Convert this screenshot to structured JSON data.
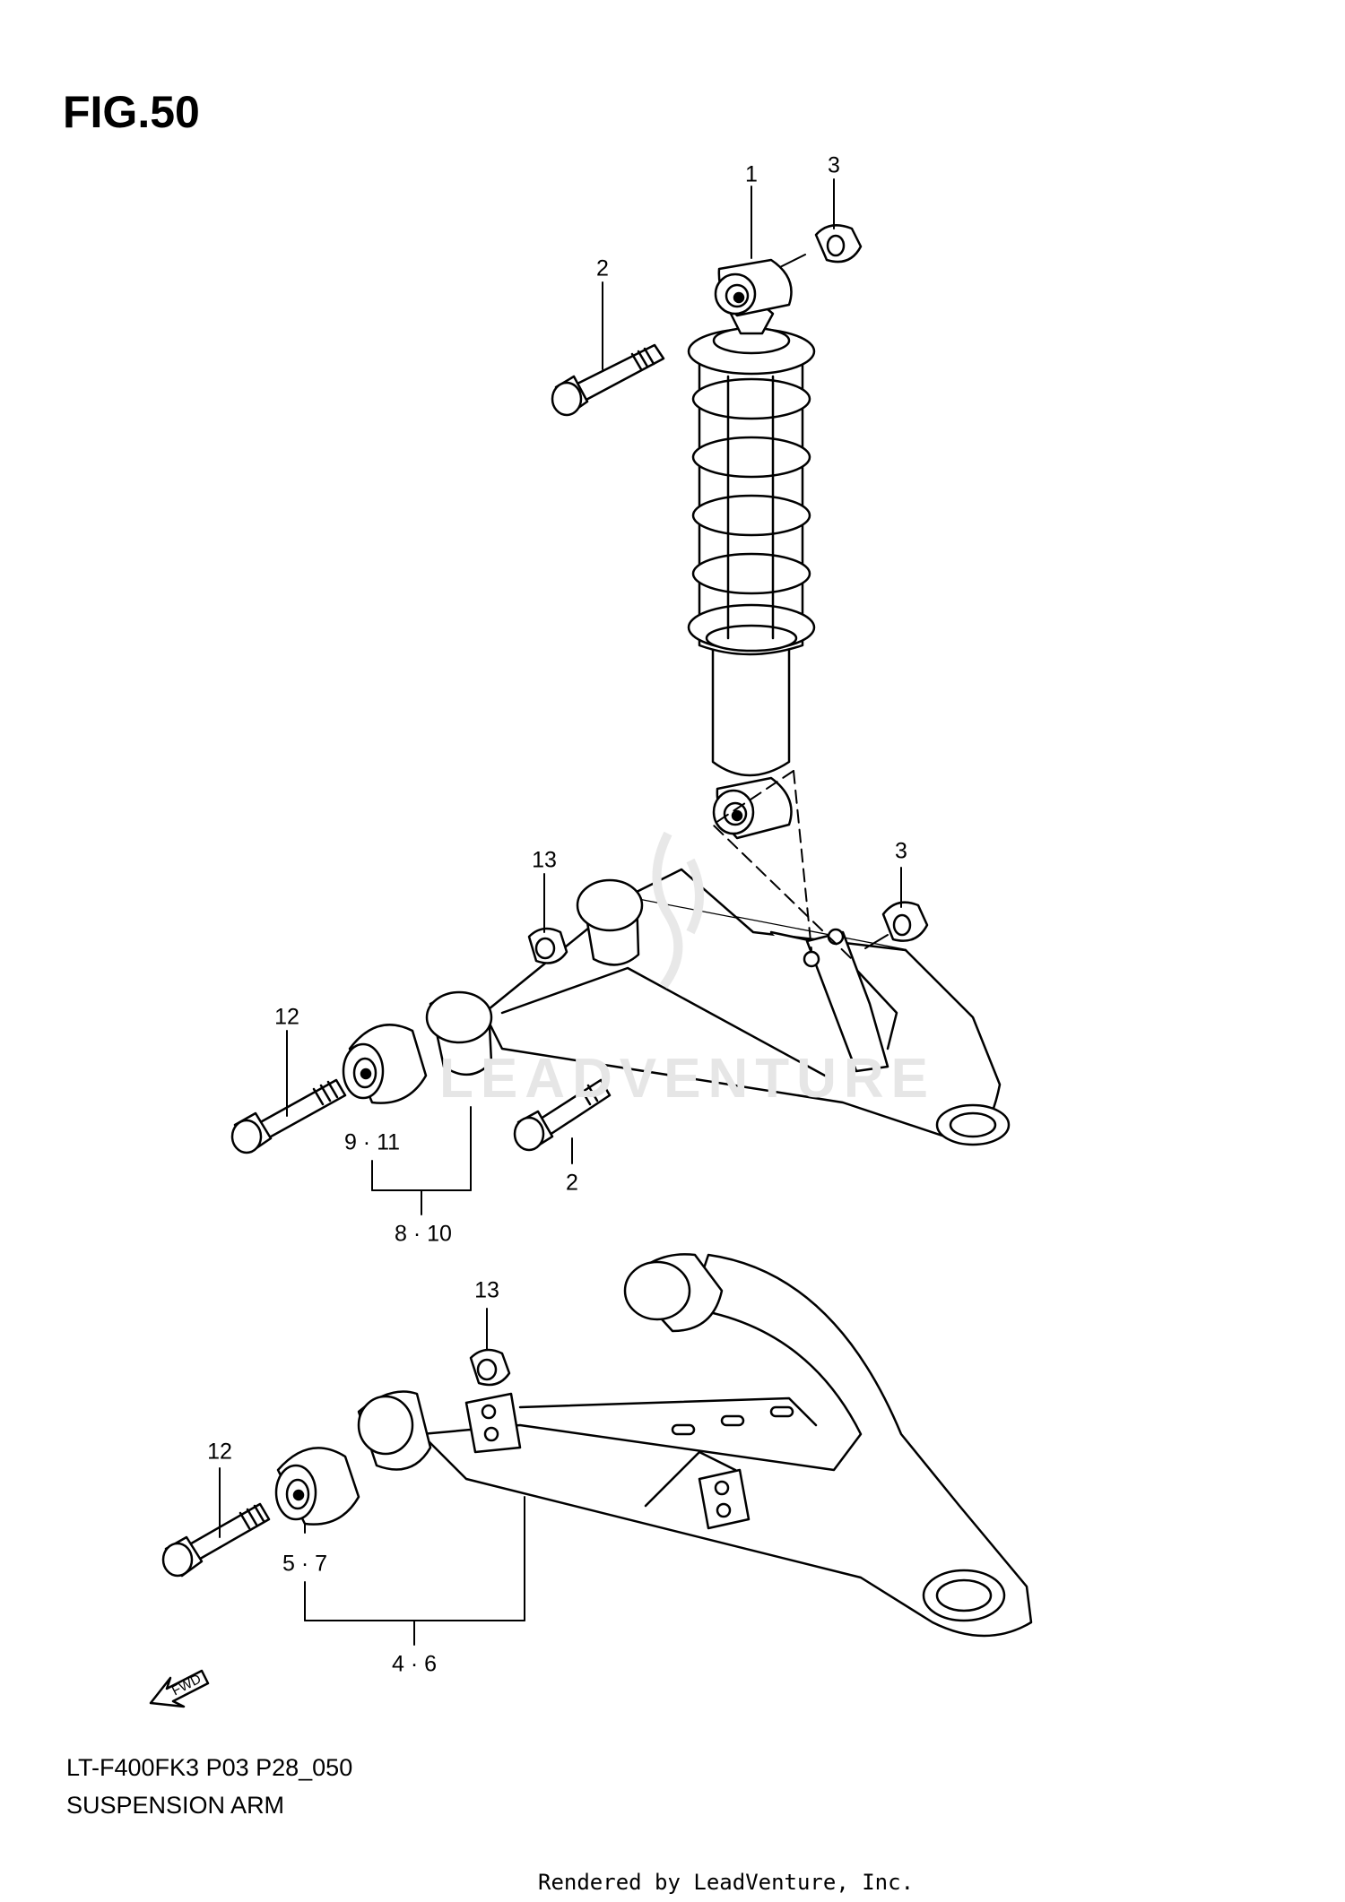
{
  "figure": {
    "title": "FIG.50",
    "code": "LT-F400FK3 P03 P28_050",
    "name": "SUSPENSION ARM"
  },
  "callouts": {
    "shock_absorber": "1",
    "bolt_upper": "2",
    "nut_upper": "3",
    "nut_middle": "3",
    "bolt_middle": "2",
    "nut_arm_upper": "13",
    "bolt_arm_upper": "12",
    "bushing_upper": "9 · 11",
    "arm_upper": "8 · 10",
    "nut_arm_lower": "13",
    "bolt_arm_lower": "12",
    "bushing_lower": "5 · 7",
    "arm_lower": "4 · 6"
  },
  "fwd_label": "FWD",
  "watermark": "LEADVENTURE",
  "credit": "Rendered by LeadVenture, Inc."
}
